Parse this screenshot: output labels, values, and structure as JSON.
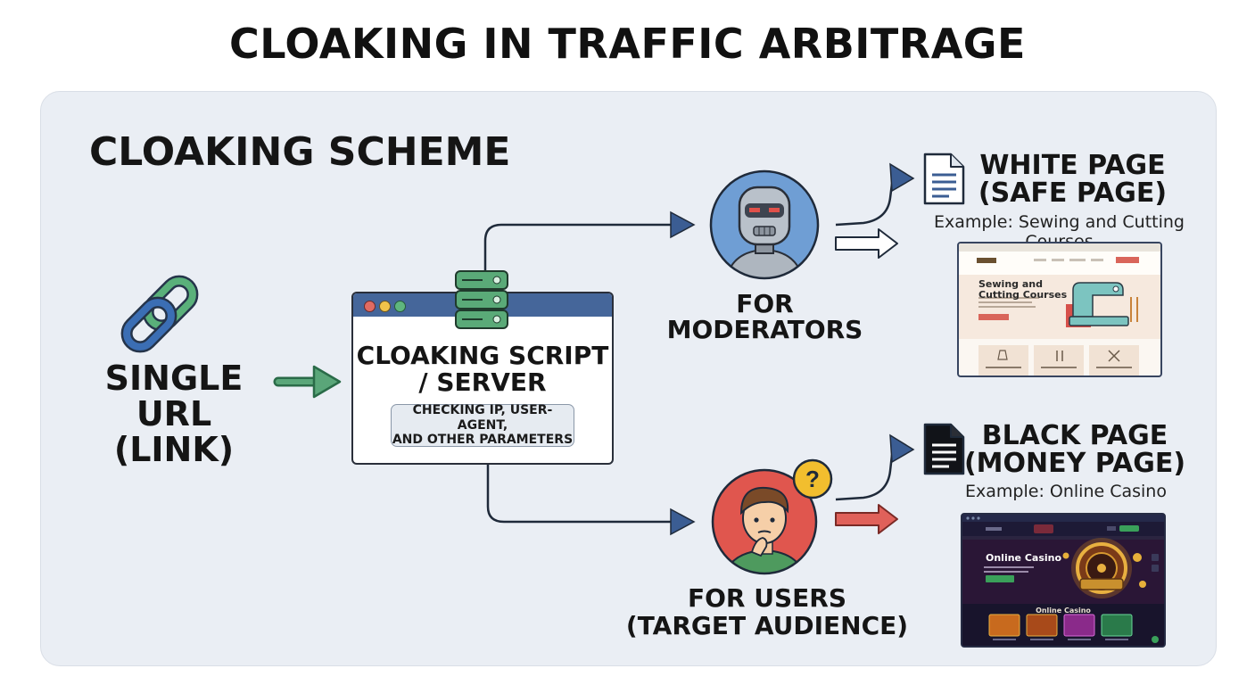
{
  "title": "CLOAKING IN TRAFFIC ARBITRAGE",
  "scheme_title": "CLOAKING SCHEME",
  "source": {
    "label_line1": "SINGLE URL",
    "label_line2": "(LINK)",
    "icon": "chain-link-icon"
  },
  "script": {
    "title_line1": "CLOAKING SCRIPT",
    "title_line2": "/ SERVER",
    "params_line1": "CHECKING IP, USER-AGENT,",
    "params_line2": "AND OTHER PARAMETERS",
    "icon": "server-stack-icon"
  },
  "moderators": {
    "label": "FOR MODERATORS",
    "icon": "robot-icon"
  },
  "users": {
    "label_line1": "FOR USERS",
    "label_line2": "(TARGET AUDIENCE)",
    "icon": "thinking-person-icon",
    "badge": "?"
  },
  "white_page": {
    "title_line1": "WHITE PAGE",
    "title_line2": "(SAFE PAGE)",
    "example": "Example: Sewing and Cutting Courses",
    "icon": "document-icon",
    "preview": {
      "heading_line1": "Sewing and",
      "heading_line2": "Cutting Courses"
    }
  },
  "black_page": {
    "title_line1": "BLACK PAGE",
    "title_line2": "(MONEY PAGE)",
    "example": "Example: Online Casino",
    "icon": "black-document-icon",
    "preview": {
      "heading": "Online Casino",
      "section_heading": "Online Casino"
    }
  },
  "colors": {
    "green_arrow": "#4f9a6c",
    "navy_arrow": "#2e4a78",
    "red_arrow": "#d65a54",
    "robot_circle": "#6f9ed4",
    "user_circle": "#e0564e",
    "question_badge": "#f2be2e"
  }
}
